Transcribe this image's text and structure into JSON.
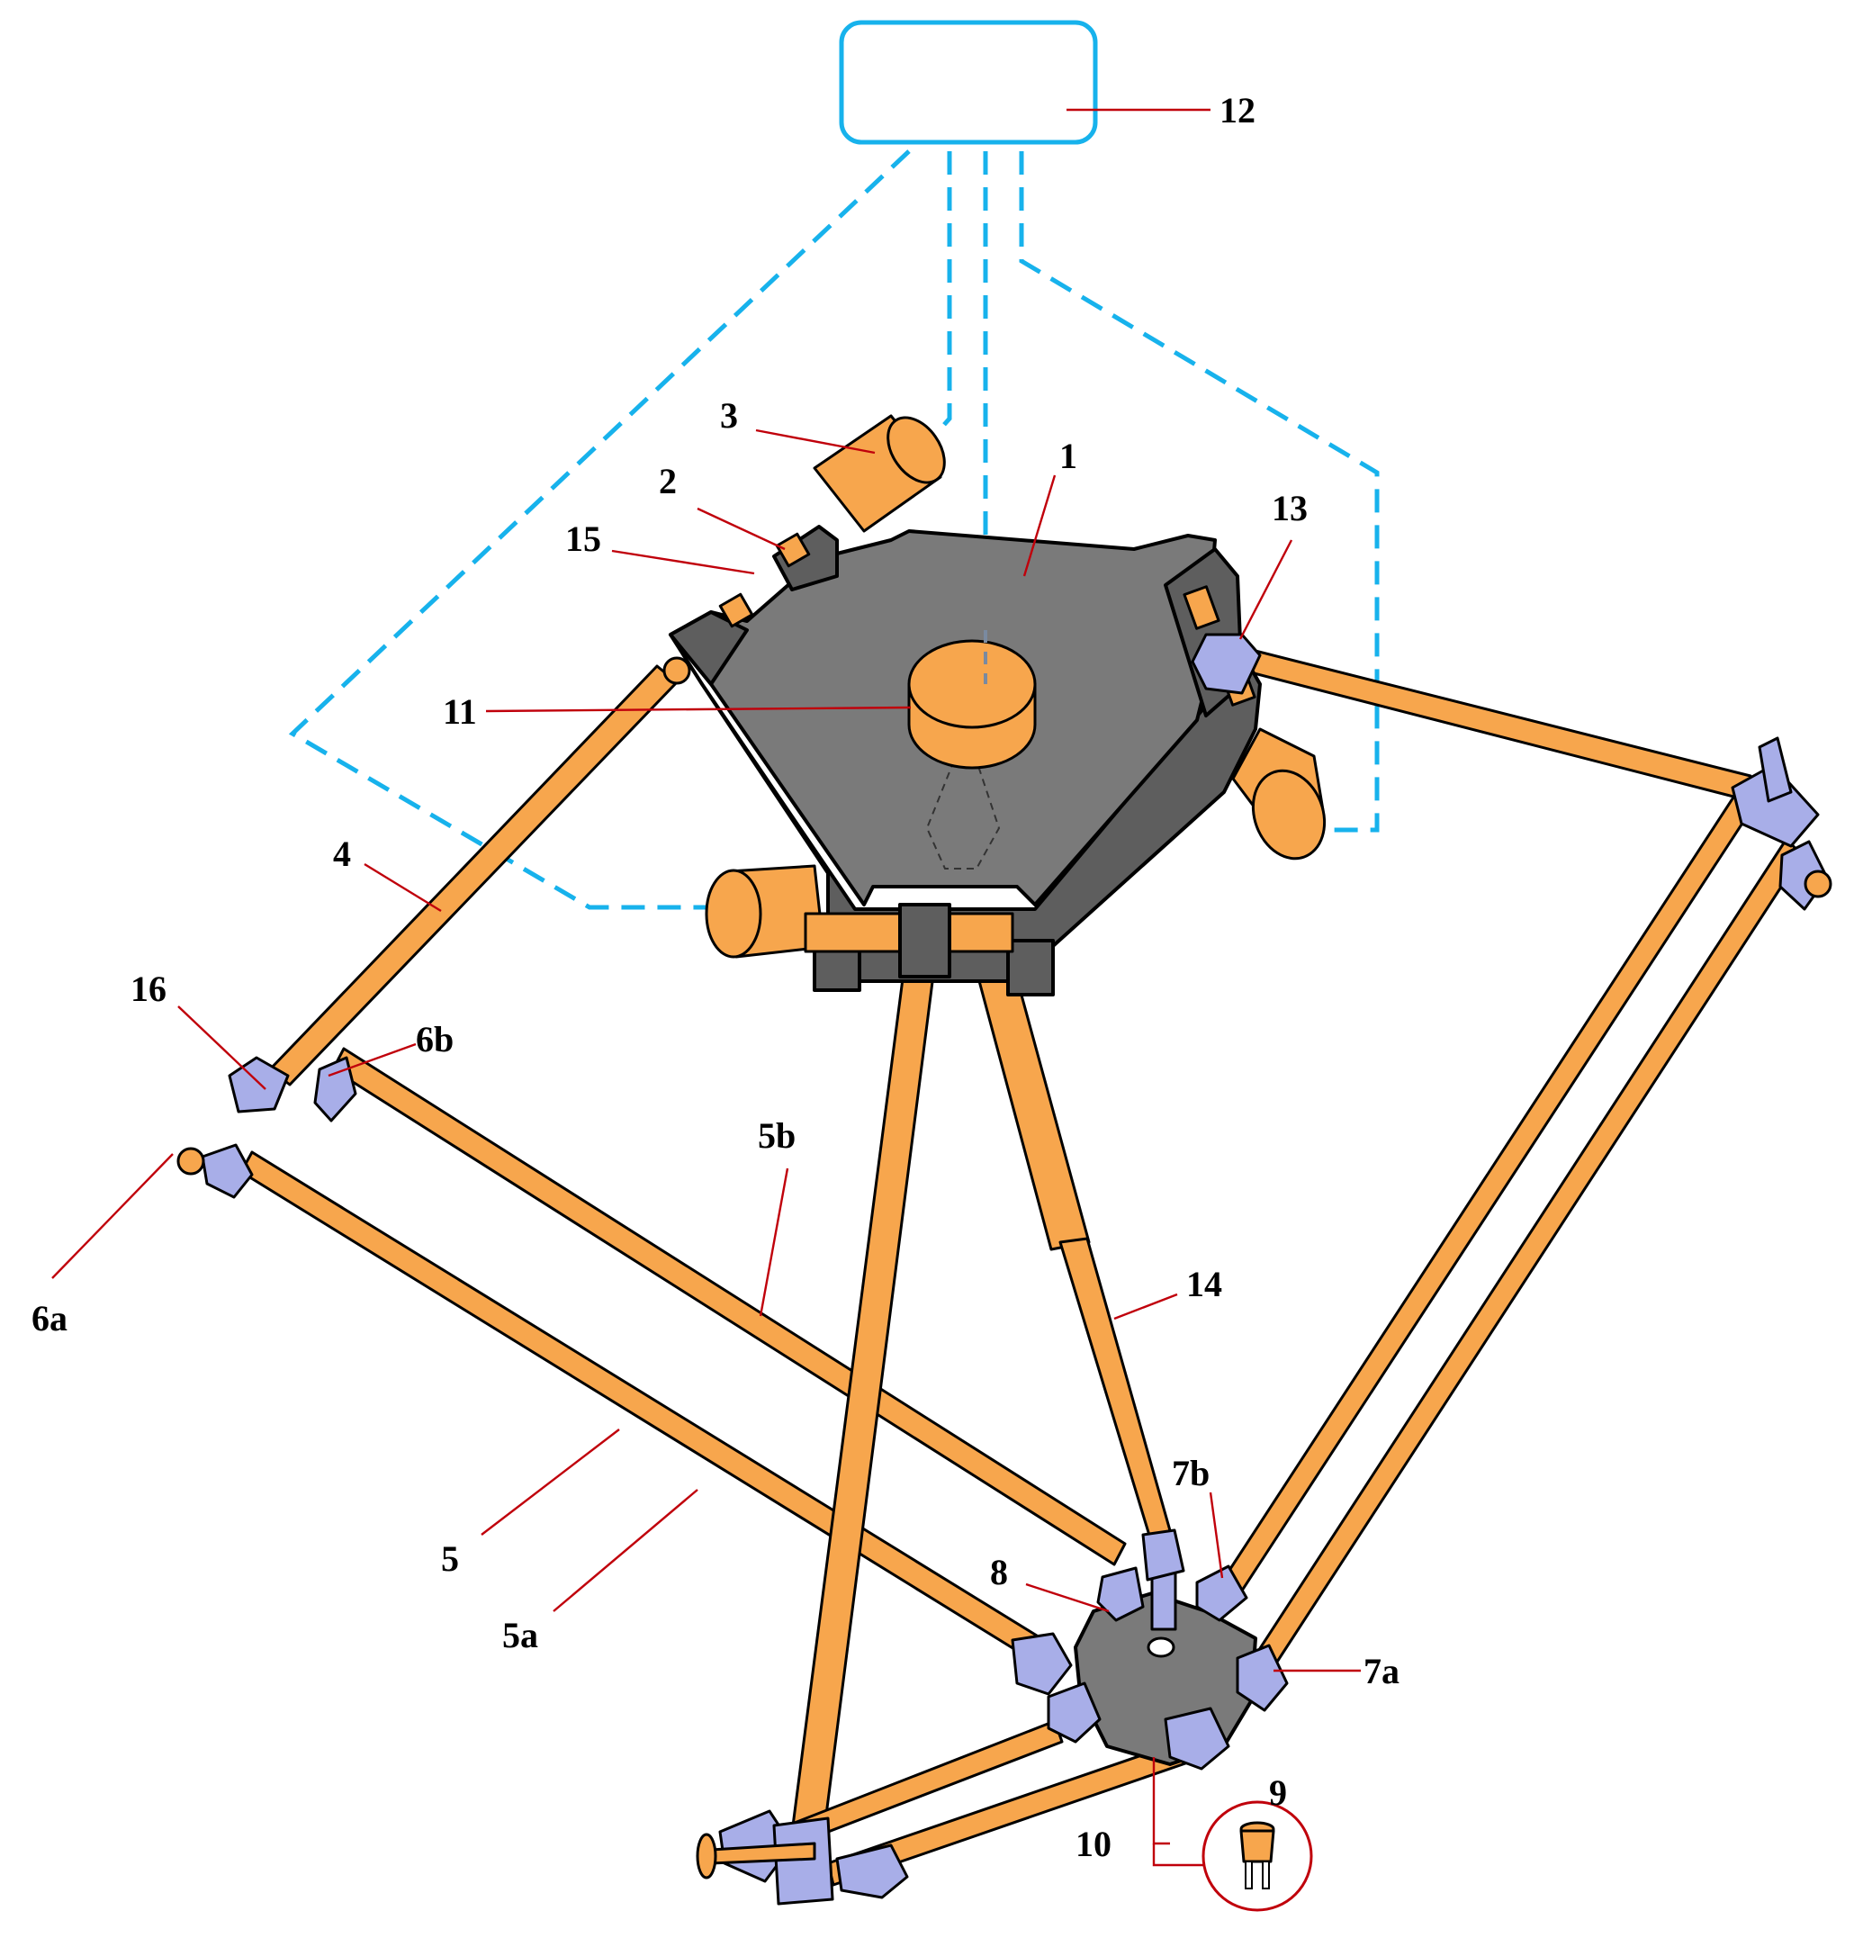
{
  "labels": {
    "l1": "1",
    "l2": "2",
    "l3": "3",
    "l4": "4",
    "l5": "5",
    "l5a": "5a",
    "l5b": "5b",
    "l6a": "6a",
    "l6b": "6b",
    "l7a": "7a",
    "l7b": "7b",
    "l8": "8",
    "l9": "9",
    "l10": "10",
    "l11": "11",
    "l12": "12",
    "l13": "13",
    "l14": "14",
    "l15": "15",
    "l16": "16"
  },
  "colors": {
    "control_box": "#17b2ec",
    "wiring": "#17b2ec",
    "leader_lines": "#c0000b",
    "links": "#f7a64d",
    "joints": "#a8aee8",
    "base": "#7a7a7a"
  }
}
